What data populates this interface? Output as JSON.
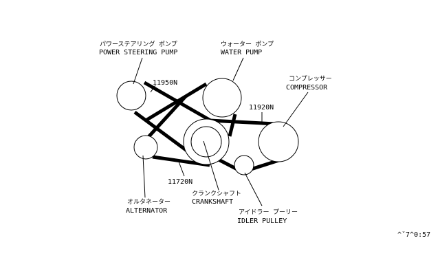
{
  "labels": {
    "power_steering_jp": "パワーステアリング ポンプ",
    "power_steering_en": "POWER STEERING PUMP",
    "water_pump_jp": "ウォーター ポンプ",
    "water_pump_en": "WATER PUMP",
    "compressor_jp": "コンプレッサー",
    "compressor_en": "COMPRESSOR",
    "crankshaft_jp": "クランクシャフト",
    "crankshaft_en": "CRANKSHAFT",
    "alternator_jp": "オルタネーター",
    "alternator_en": "ALTERNATOR",
    "idler_jp": "アイドラー プーリー",
    "idler_en": "IDLER PULLEY"
  },
  "belt_codes": {
    "ps_belt": "11950N",
    "ac_belt": "11920N",
    "alt_belt": "11720N"
  },
  "footer_code": "^ˇ7^0:57"
}
